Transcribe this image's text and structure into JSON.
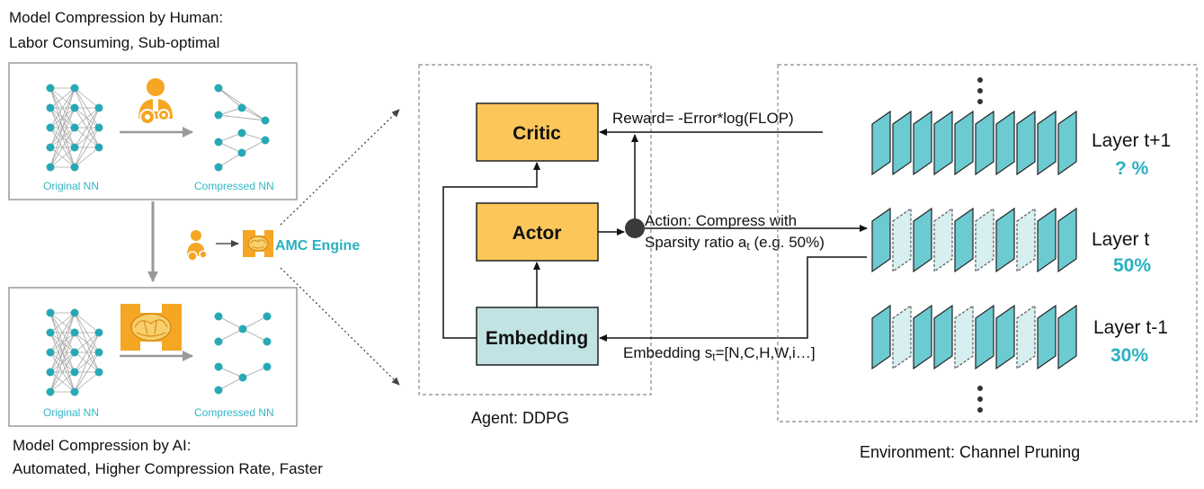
{
  "human": {
    "caption_line1": "Model Compression by Human:",
    "caption_line2": "Labor Consuming, Sub-optimal",
    "original_label": "Original NN",
    "compressed_label": "Compressed NN"
  },
  "ai": {
    "caption_line1": "Model Compression by AI:",
    "caption_line2": "Automated, Higher Compression Rate, Faster",
    "original_label": "Original NN",
    "compressed_label": "Compressed NN"
  },
  "amc_engine_label": "AMC Engine",
  "agent": {
    "critic_label": "Critic",
    "actor_label": "Actor",
    "embedding_label": "Embedding",
    "caption": "Agent: DDPG"
  },
  "signals": {
    "reward": "Reward= -Error*log(FLOP)",
    "action_line1": "Action: Compress with",
    "action_line2_prefix": "Sparsity ratio a",
    "action_line2_sub": "t",
    "action_line2_suffix": " (e.g. 50%)",
    "embedding_prefix": "Embedding s",
    "embedding_sub": "t",
    "embedding_suffix": "=[N,C,H,W,i…]"
  },
  "environment": {
    "caption": "Environment: Channel Pruning",
    "layers": [
      {
        "name": "Layer t+1",
        "ratio": "? %"
      },
      {
        "name": "Layer t",
        "ratio": "50%"
      },
      {
        "name": "Layer t-1",
        "ratio": "30%"
      }
    ]
  },
  "colors": {
    "teal": "#2ab0c0",
    "node_teal": "#27a9b5",
    "box_orange": "#fcc65a",
    "box_light_teal": "#c2e3e3",
    "layer_fill": "#6ccad1",
    "layer_pruned": "#d7eff1",
    "gray": "#999999"
  }
}
